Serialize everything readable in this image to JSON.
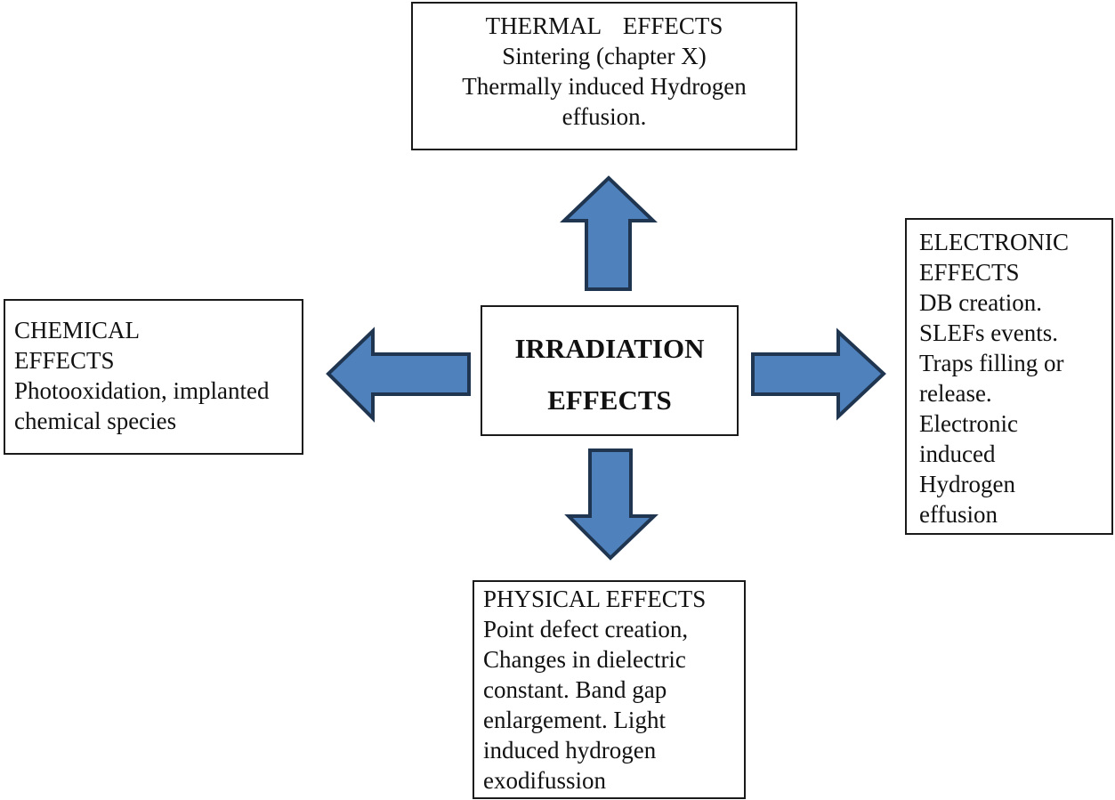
{
  "center": {
    "lines": [
      "IRRADIATION",
      "EFFECTS"
    ]
  },
  "thermal": {
    "lines": [
      "THERMAL EFFECTS",
      "Sintering (chapter X)",
      "Thermally induced Hydrogen",
      "effusion."
    ]
  },
  "electronic": {
    "lines": [
      "ELECTRONIC",
      "EFFECTS",
      "DB creation.",
      "SLEFs events.",
      "Traps filling or",
      "release.",
      "Electronic",
      "induced",
      "Hydrogen",
      "effusion"
    ]
  },
  "chemical": {
    "lines": [
      "CHEMICAL",
      "EFFECTS",
      "Photooxidation, implanted",
      "chemical species"
    ]
  },
  "physical": {
    "lines": [
      "PHYSICAL EFFECTS",
      "Point defect creation,",
      "Changes in dielectric",
      "constant. Band gap",
      "enlargement. Light",
      "induced hydrogen",
      "exodifussion"
    ]
  },
  "colors": {
    "arrow_fill": "#4f81bd",
    "arrow_stroke": "#1f3550",
    "box_border": "#1a1a1a"
  }
}
